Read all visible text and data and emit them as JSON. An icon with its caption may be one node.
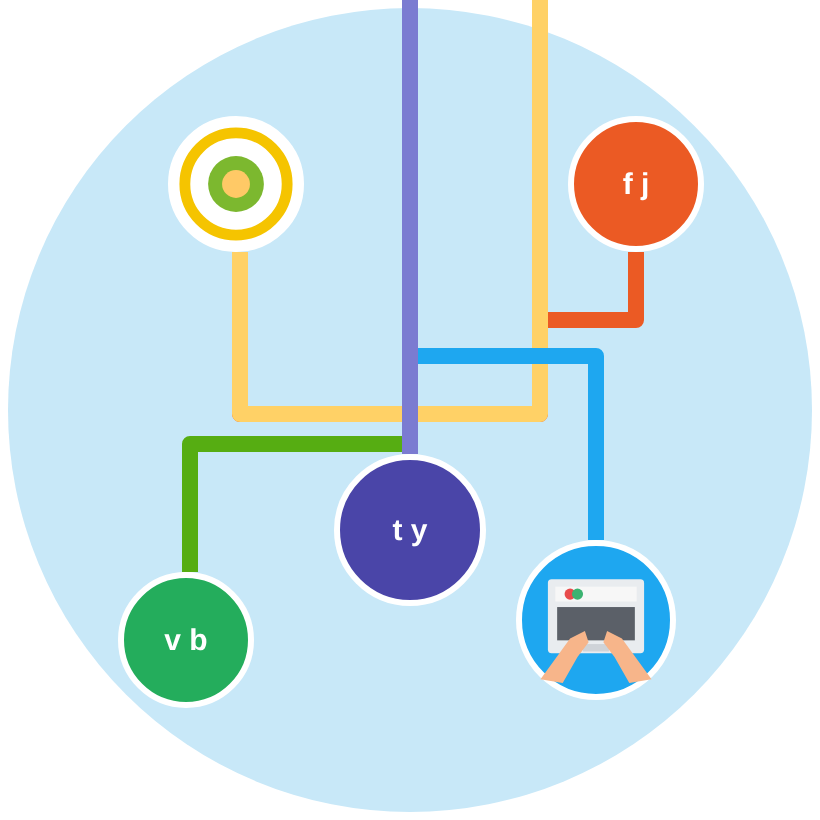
{
  "diagram": {
    "nodes": [
      {
        "text": [],
        "shape": "circle"
      },
      {
        "text": [
          "f j"
        ]
      },
      {
        "text": [
          "t y"
        ]
      },
      {
        "text": [
          "v b"
        ]
      },
      {
        "text": [],
        "shape": "picture"
      }
    ],
    "edges": [
      {
        "from": null,
        "to": 0,
        "arrow": "none",
        "color": "#ffd166"
      },
      {
        "from": 1,
        "to": 0,
        "arrow": "none",
        "color": "#eb5a24"
      },
      {
        "from": null,
        "to": 2,
        "arrow": "none",
        "color": "#7b7bd1"
      },
      {
        "from": null,
        "to": 4,
        "arrow": "none",
        "color": "#1ea7f0"
      },
      {
        "from": null,
        "to": 3,
        "arrow": "none",
        "color": "#56ad12"
      }
    ]
  }
}
